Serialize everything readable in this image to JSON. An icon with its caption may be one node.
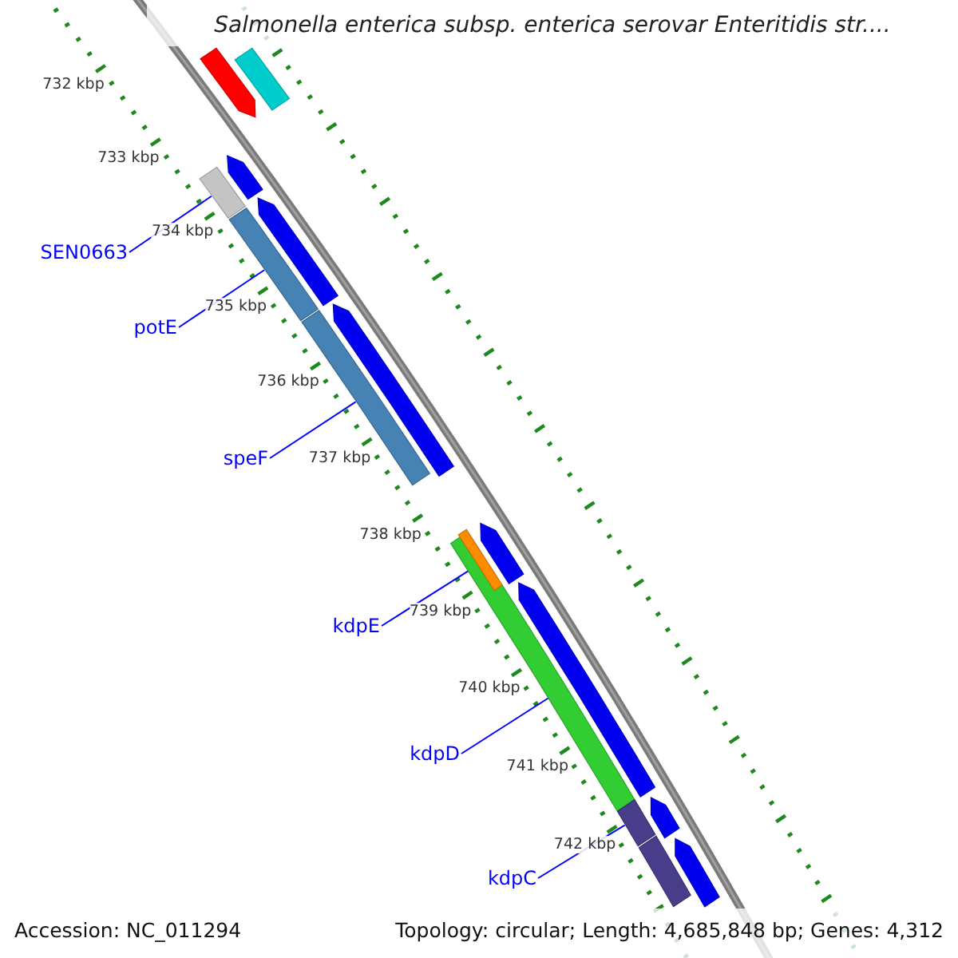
{
  "diagram": {
    "title": "Salmonella enterica subsp. enterica serovar Enteritidis str....",
    "nodes": [
      {
        "text": [],
        "shape": "arrow"
      },
      {
        "text": [],
        "shape": "bar"
      },
      {
        "text": [],
        "shape": "arrow"
      },
      {
        "text": [],
        "shape": "bar"
      },
      {
        "text": [
          "SEN0663"
        ]
      },
      {
        "text": [],
        "shape": "arrow"
      },
      {
        "text": [],
        "shape": "bar"
      },
      {
        "text": [
          "potE"
        ]
      },
      {
        "text": [],
        "shape": "arrow"
      },
      {
        "text": [],
        "shape": "bar"
      },
      {
        "text": [
          "speF"
        ]
      },
      {
        "text": [],
        "shape": "arrow"
      },
      {
        "text": [],
        "shape": "bar"
      },
      {
        "text": [],
        "shape": "bar"
      },
      {
        "text": [
          "kdpE"
        ]
      },
      {
        "text": [],
        "shape": "arrow"
      },
      {
        "text": [
          "kdpD"
        ]
      },
      {
        "text": [],
        "shape": "arrow"
      },
      {
        "text": [],
        "shape": "bar"
      },
      {
        "text": [
          "kdpC"
        ]
      },
      {
        "text": [],
        "shape": "arrow"
      },
      {
        "text": [],
        "shape": "bar"
      }
    ],
    "edges": [
      {
        "from": 4,
        "to": 3,
        "arrow": "none"
      },
      {
        "from": 7,
        "to": 6,
        "arrow": "none"
      },
      {
        "from": 10,
        "to": 9,
        "arrow": "none"
      },
      {
        "from": 14,
        "to": 12,
        "arrow": "none"
      },
      {
        "from": 16,
        "to": 13,
        "arrow": "none"
      },
      {
        "from": 19,
        "to": 18,
        "arrow": "none"
      }
    ],
    "labels": [
      "732 kbp",
      "733 kbp",
      "734 kbp",
      "735 kbp",
      "736 kbp",
      "737 kbp",
      "738 kbp",
      "739 kbp",
      "740 kbp",
      "741 kbp",
      "742 kbp",
      "Accession: NC_011294",
      "Topology: circular; Length: 4,685,848 bp; Genes: 4,312"
    ]
  }
}
